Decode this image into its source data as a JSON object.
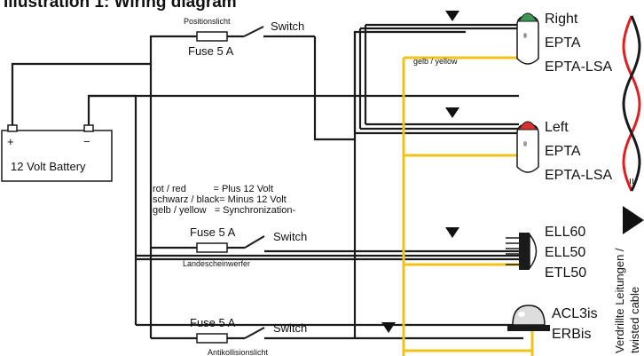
{
  "title": "Illustration 1: Wiring diagram",
  "battery": {
    "plus": "+",
    "minus": "−",
    "label": "12 Volt Battery"
  },
  "fuses": [
    {
      "caption": "Positionslicht",
      "fuse": "Fuse 5 A",
      "switch": "Switch"
    },
    {
      "caption": "Landescheinwerfer",
      "fuse": "Fuse 5 A",
      "switch": "Switch"
    },
    {
      "caption": "Antikollisionslicht",
      "fuse": "Fuse 5 A",
      "switch": "Switch"
    }
  ],
  "legend": [
    "rot / red          = Plus 12 Volt",
    "schwarz / black= Minus 12 Volt",
    "gelb / yellow   = Synchronization-"
  ],
  "yellow_wire_label": "gelb / yellow",
  "devices": [
    {
      "lines": [
        "Right",
        "EPTA",
        "EPTA-LSA"
      ],
      "lens_color": "#3a9a55"
    },
    {
      "lines": [
        "Left",
        "EPTA",
        "EPTA-LSA"
      ],
      "lens_color": "#d93030"
    },
    {
      "lines": [
        "ELL60",
        "ELL50",
        "ETL50"
      ]
    },
    {
      "lines": [
        "ACL3is",
        "ERBis"
      ]
    }
  ],
  "twisted": {
    "equals": "=",
    "label1": "Verdrillte Leitungen /",
    "label2": "twisted cable"
  },
  "colors": {
    "wire": "#1a1a1a",
    "yellow": "#f2c21b",
    "red": "#e02020"
  }
}
